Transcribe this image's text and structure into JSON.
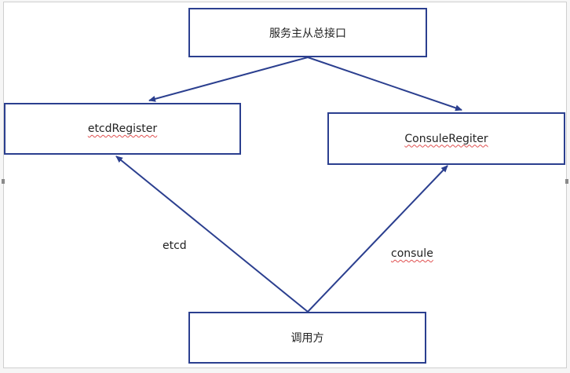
{
  "diagram": {
    "nodes": {
      "top": "服务主从总接口",
      "left": "etcdRegister",
      "right": "ConsuleRegiter",
      "bottom": "调用方"
    },
    "edge_labels": {
      "left": "etcd",
      "right": "consule"
    },
    "colors": {
      "line": "#2b3f8f",
      "spellcheck": "#e05050"
    }
  }
}
